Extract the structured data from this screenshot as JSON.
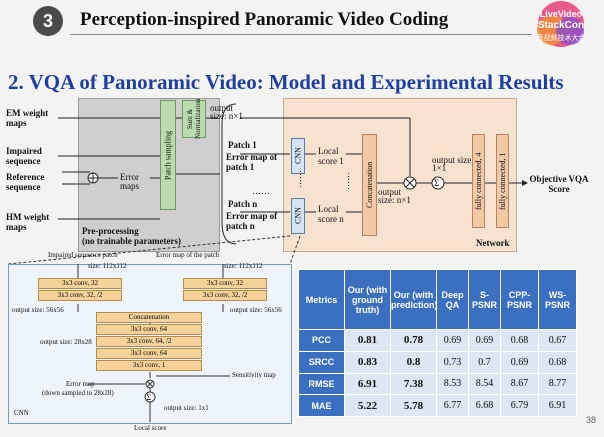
{
  "header": {
    "badge": "3",
    "title": "Perception-inspired Panoramic Video Coding"
  },
  "logo": {
    "line1": "LiveVideo",
    "line2": "StackCon",
    "line3": "音视频技术大会"
  },
  "section_title": "2. VQA of Panoramic Video: Model and Experimental Results",
  "diagram": {
    "inputs": [
      "EM weight maps",
      "Impaired sequence",
      "Reference sequence",
      "HM weight maps"
    ],
    "patch_sampling": "Patch sampling",
    "sum_normalize": "Sum & Normalization",
    "output_n1": "output size: n×1",
    "error_maps": "Error maps",
    "preprocessing": "Pre-processing",
    "no_trainable": "(no trainable parameters)",
    "patch1": "Patch 1",
    "error_map_patch1": "Error map of patch 1",
    "patchn": "Patch n",
    "error_map_patchn": "Error map of patch n",
    "cnn": "CNN",
    "local_score1": "Local score 1",
    "local_scoren": "Local score n",
    "concatenation": "Concatenation",
    "output_n1_b": "output size: n×1",
    "output_11": "output size: 1×1",
    "fc4": "fully connected, 4",
    "fc1": "fully connected, 1",
    "network": "Network",
    "objective": "Objective VQA Score",
    "dots": "……"
  },
  "cnn_detail": {
    "impaired_patch": "Impaired sequence patch",
    "error_map_patch": "Error map of the patch",
    "size_left": "size: 112x112",
    "size_right": "size: 112x112",
    "left_convs": [
      "3x3 conv, 32",
      "3x3 conv, 32, /2"
    ],
    "right_convs": [
      "3x3 conv, 32",
      "3x3 conv, 32, /2"
    ],
    "out56_left": "output size: 56x56",
    "out56_right": "output size: 56x56",
    "concat": "Concatenation",
    "mid_convs": [
      "3x3 conv, 64",
      "3x3 conv, 64, /2",
      "3x3 conv, 64",
      "3x3 conv, 1"
    ],
    "out28": "output size: 28x28",
    "sensitivity": "Sensitivity map",
    "error_map_down": "Error map",
    "down_sampled": "(down sampled to 28x28)",
    "out1x1": "output size: 1x1",
    "local_score": "Local score",
    "cnn_label": "CNN"
  },
  "table": {
    "headers": [
      "Metrics",
      "Our (with ground truth)",
      "Our (with prediction)",
      "Deep QA",
      "S-PSNR",
      "CPP-PSNR",
      "WS-PSNR"
    ],
    "rows": [
      {
        "metric": "PCC",
        "values": [
          "0.81",
          "0.78",
          "0.69",
          "0.69",
          "0.68",
          "0.67"
        ]
      },
      {
        "metric": "SRCC",
        "values": [
          "0.83",
          "0.8",
          "0.73",
          "0.7",
          "0.69",
          "0.68"
        ]
      },
      {
        "metric": "RMSE",
        "values": [
          "6.91",
          "7.38",
          "8.53",
          "8.54",
          "8.67",
          "8.77"
        ]
      },
      {
        "metric": "MAE",
        "values": [
          "5.22",
          "5.78",
          "6.77",
          "6.68",
          "6.79",
          "6.91"
        ]
      }
    ]
  },
  "page_number": "38"
}
